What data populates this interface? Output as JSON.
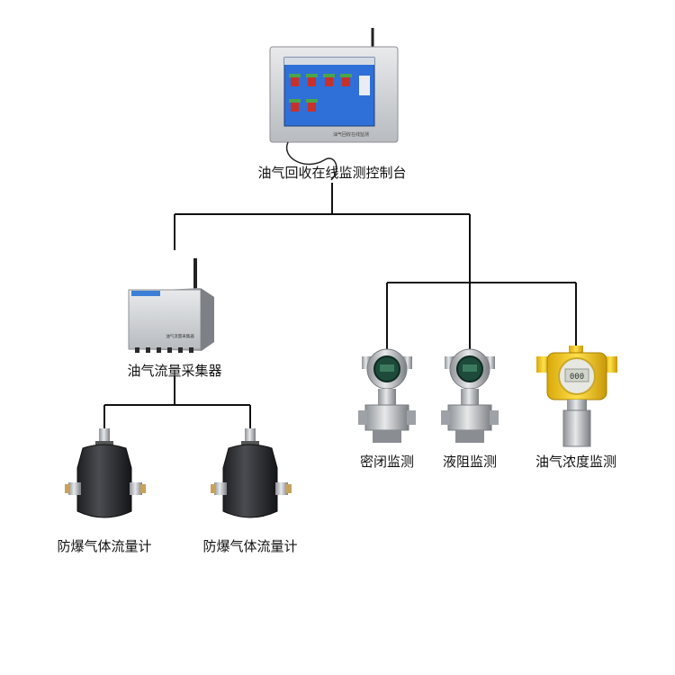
{
  "console": {
    "label": "油气回收在线监测控制台",
    "screen_caption": "油气回收在线监测"
  },
  "collector": {
    "label": "油气流量采集器",
    "panel_caption": "油气流量采集器"
  },
  "flowmeters": [
    {
      "label": "防爆气体流量计"
    },
    {
      "label": "防爆气体流量计"
    }
  ],
  "monitors": [
    {
      "label": "密闭监测"
    },
    {
      "label": "液阻监测"
    },
    {
      "label": "油气浓度监测"
    }
  ],
  "gas_detector_display": "000",
  "colors": {
    "line": "#111111",
    "screen_bg": "#2f6fd8",
    "panel_gray": "#c9ccd0",
    "tank_red": "#c8312b",
    "meter_dark": "#2c2d30",
    "detector_yellow": "#f2c515",
    "transmitter_metal": "#b9bcc0"
  }
}
